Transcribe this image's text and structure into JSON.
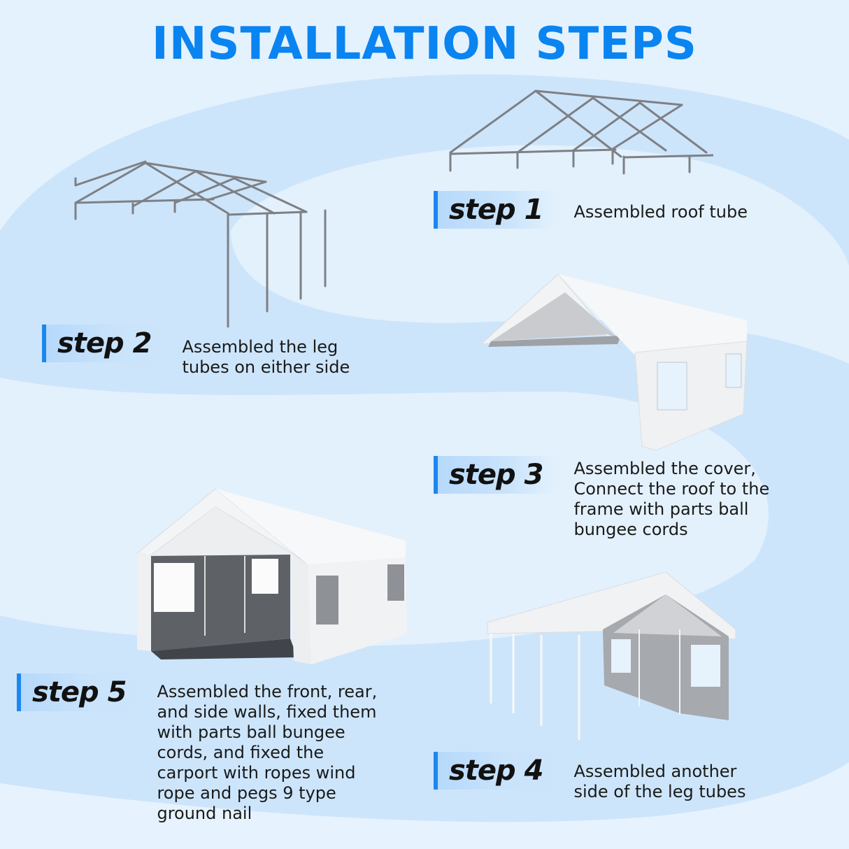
{
  "title": "INSTALLATION STEPS",
  "colors": {
    "accent": "#0a84f0",
    "badge_bar": "#1b87f0",
    "background_light": "#e3f1fd",
    "background_wave": "#cfe6fc",
    "text": "#1a1a1a"
  },
  "steps": [
    {
      "label": "step 1",
      "description": "Assembled roof tube",
      "illustration": "roof-frame-icon"
    },
    {
      "label": "step 2",
      "description": "Assembled the leg\ntubes on either side",
      "illustration": "frame-with-legs-icon"
    },
    {
      "label": "step 3",
      "description": "Assembled the cover,\nConnect the roof to the\nframe with parts ball\nbungee cords",
      "illustration": "canopy-one-side-icon"
    },
    {
      "label": "step 4",
      "description": "Assembled another\nside of the leg tubes",
      "illustration": "canopy-open-legs-icon"
    },
    {
      "label": "step 5",
      "description": "Assembled the front, rear,\nand side walls, fixed them\nwith parts ball bungee\ncords, and fixed the\ncarport with ropes wind\nrope and pegs 9 type\nground nail",
      "illustration": "carport-complete-icon"
    }
  ]
}
